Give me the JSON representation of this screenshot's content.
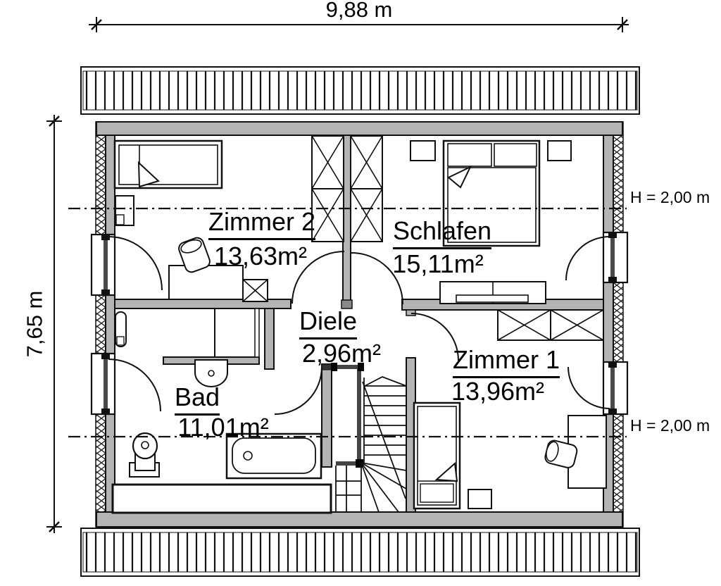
{
  "drawing": {
    "width_dimension": "9,88 m",
    "height_dimension": "7,65 m",
    "height_marker_upper": "H = 2,00 m",
    "height_marker_lower": "H = 2,00 m"
  },
  "rooms": [
    {
      "name": "Zimmer 2",
      "area": "13,63m²"
    },
    {
      "name": "Schlafen",
      "area": "15,11m²"
    },
    {
      "name": "Diele",
      "area": "2,96m²"
    },
    {
      "name": "Zimmer 1",
      "area": "13,96m²"
    },
    {
      "name": "Bad",
      "area": "11,01m²"
    }
  ]
}
